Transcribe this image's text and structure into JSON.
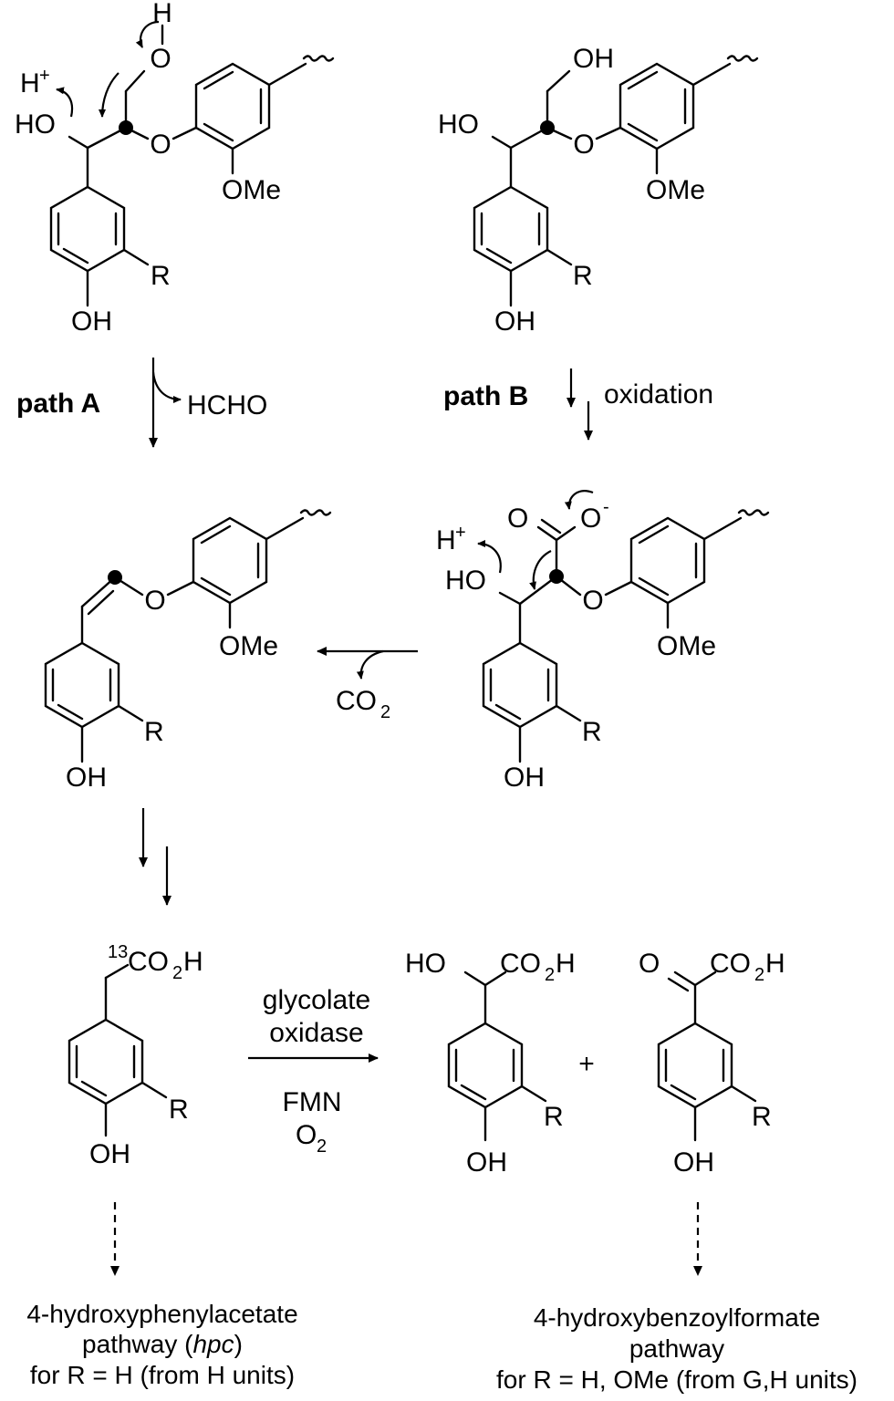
{
  "atoms": {
    "OH": "OH",
    "HO": "HO",
    "R": "R",
    "OMe": "OMe",
    "O": "O",
    "H": "H",
    "H_plus": "H",
    "plus_sup": "+",
    "minus_sup": "-",
    "CO2": "CO",
    "CO2H": "CO",
    "CO2H_tail": "H",
    "two": "2",
    "iso": "13"
  },
  "steps": {
    "path_a": "path A",
    "path_b": "path B",
    "hcho": "HCHO",
    "oxidation": "oxidation",
    "enzyme_line1": "glycolate",
    "enzyme_line2": "oxidase",
    "cofactor1": "FMN",
    "cofactor2": "O",
    "plus": "+"
  },
  "captions": {
    "left": [
      "4-hydroxyphenylacetate",
      "pathway (",
      "hpc",
      ")",
      "for R = H (from H units)"
    ],
    "right": [
      "4-hydroxybenzoylformate",
      "pathway",
      "for R = H, OMe (from G,H units)"
    ]
  }
}
